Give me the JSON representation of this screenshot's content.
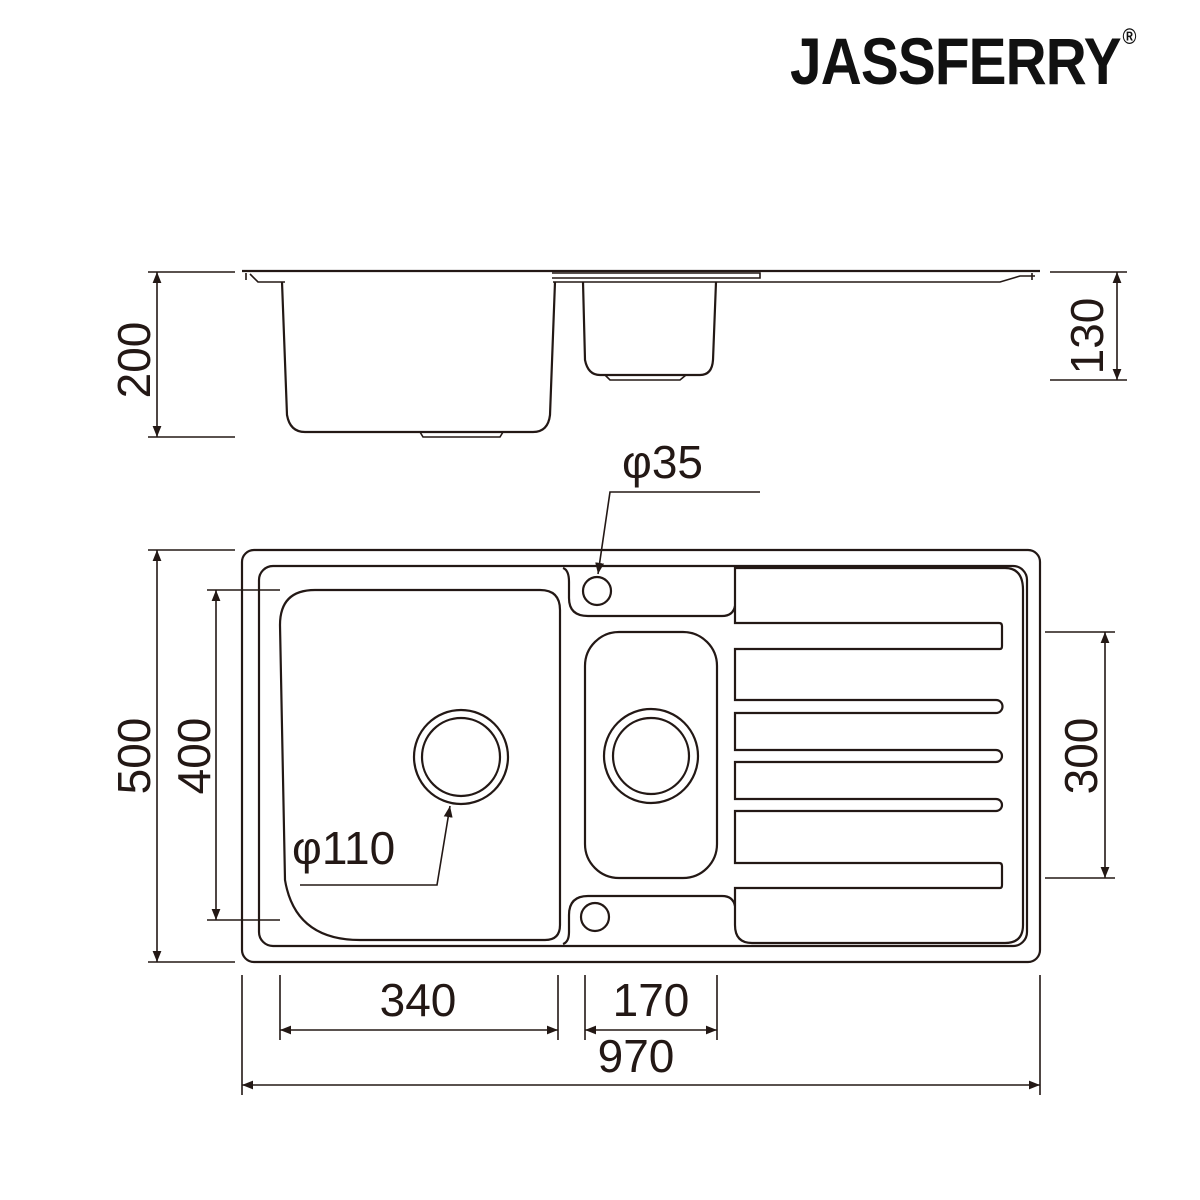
{
  "brand": {
    "name": "JASSFERRY",
    "mark": "®"
  },
  "side_view": {
    "depth_main_label": "200",
    "depth_small_label": "130"
  },
  "top_view": {
    "overall_depth_label": "500",
    "main_bowl_depth_label": "400",
    "small_bowl_depth_label": "300",
    "main_bowl_width_label": "340",
    "small_bowl_width_label": "170",
    "overall_width_label": "970",
    "tap_hole_label": "φ35",
    "waste_label": "φ110"
  },
  "colors": {
    "line": "#231815",
    "background": "#ffffff"
  }
}
